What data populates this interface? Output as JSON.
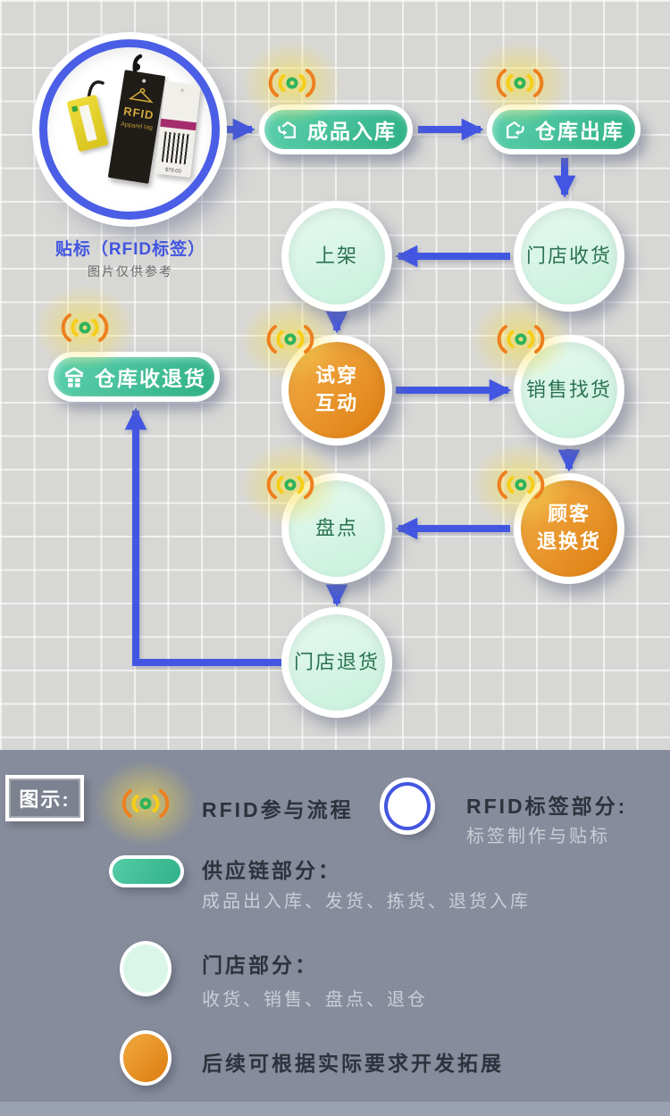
{
  "palette": {
    "accent_blue": "#4356e2",
    "pill_green": "#3cbd96",
    "mint": "#d6f5e7",
    "orange": "#e8912a",
    "legend_bg": "#868c9b"
  },
  "flow": {
    "tag_node": {
      "label": "贴标（RFID标签）",
      "sublabel": "图片仅供参考",
      "black_tag_title": "RFID",
      "black_tag_sub": "Apparel tag",
      "white_tag_price": "$79.00"
    },
    "nodes": [
      {
        "label": "成品入库"
      },
      {
        "label": "仓库出库"
      },
      {
        "label": "门店收货"
      },
      {
        "label": "上架"
      },
      {
        "label": "试穿\n互动"
      },
      {
        "label": "销售找货"
      },
      {
        "label": "盘点"
      },
      {
        "label": "顾客\n退换货"
      },
      {
        "label": "门店退货"
      },
      {
        "label": "仓库收退货"
      }
    ],
    "icons": {
      "rfid_signal": "rfid-signal-icon",
      "pill_in": "house-arrow-in-icon",
      "pill_out": "house-arrow-out-icon",
      "pill_return": "warehouse-icon"
    }
  },
  "legend": {
    "title": "图示:",
    "rfid_label": "RFID参与流程",
    "tag_title": "RFID标签部分:",
    "tag_sub": "标签制作与贴标",
    "supply_title": "供应链部分：",
    "supply_sub": "成品出入库、发货、拣货、退货入库",
    "store_title": "门店部分：",
    "store_sub": "收货、销售、盘点、退仓",
    "future_label": "后续可根据实际要求开发拓展"
  }
}
